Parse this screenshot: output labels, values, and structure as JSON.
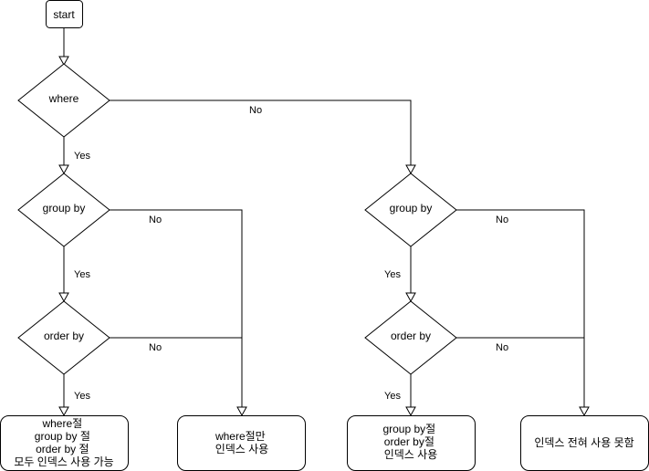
{
  "nodes": {
    "start": "start",
    "where": "where",
    "group_by_left": "group by",
    "order_by_left": "order by",
    "group_by_right": "group by",
    "order_by_right": "order by",
    "result_all": [
      "where절",
      "group by 절",
      "order by 절",
      "모두 인덱스 사용 가능"
    ],
    "result_where_only": [
      "where절만",
      "인덱스 사용"
    ],
    "result_group_order": [
      "group by절",
      "order by절",
      "인덱스 사용"
    ],
    "result_none": [
      "인덱스 전혀 사용 못함"
    ]
  },
  "edge_labels": {
    "where_yes": "Yes",
    "where_no": "No",
    "group_left_yes": "Yes",
    "group_left_no": "No",
    "order_left_yes": "Yes",
    "order_left_no": "No",
    "group_right_yes": "Yes",
    "group_right_no": "No",
    "order_right_yes": "Yes",
    "order_right_no": "No"
  }
}
